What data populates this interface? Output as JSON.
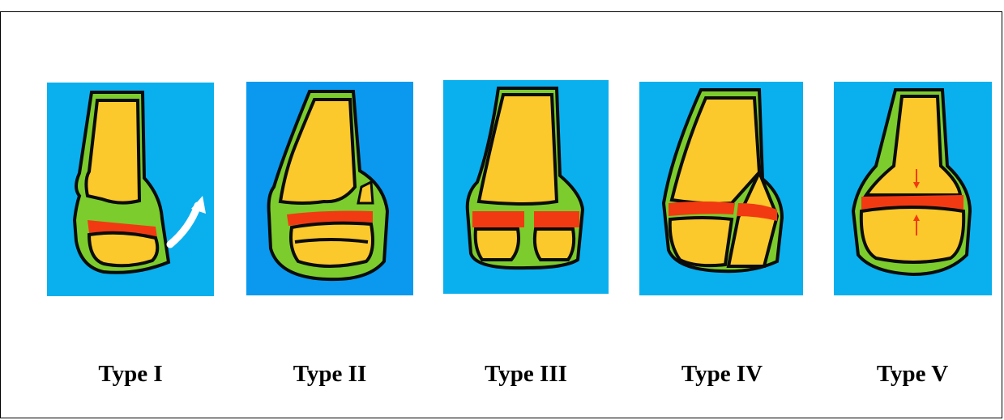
{
  "colors": {
    "background": "#0ab0ee",
    "background_alt": "#0a99ee",
    "bone_fill": "#fbc92b",
    "cartilage_green": "#7ccc2e",
    "growth_plate_red": "#f23a12",
    "outline": "#0b0b0b",
    "arrow": "#ffffff"
  },
  "panels": [
    {
      "label": "Type I",
      "icon": "salter-harris-type-1"
    },
    {
      "label": "Type II",
      "icon": "salter-harris-type-2"
    },
    {
      "label": "Type III",
      "icon": "salter-harris-type-3"
    },
    {
      "label": "Type IV",
      "icon": "salter-harris-type-4"
    },
    {
      "label": "Type V",
      "icon": "salter-harris-type-5"
    }
  ]
}
